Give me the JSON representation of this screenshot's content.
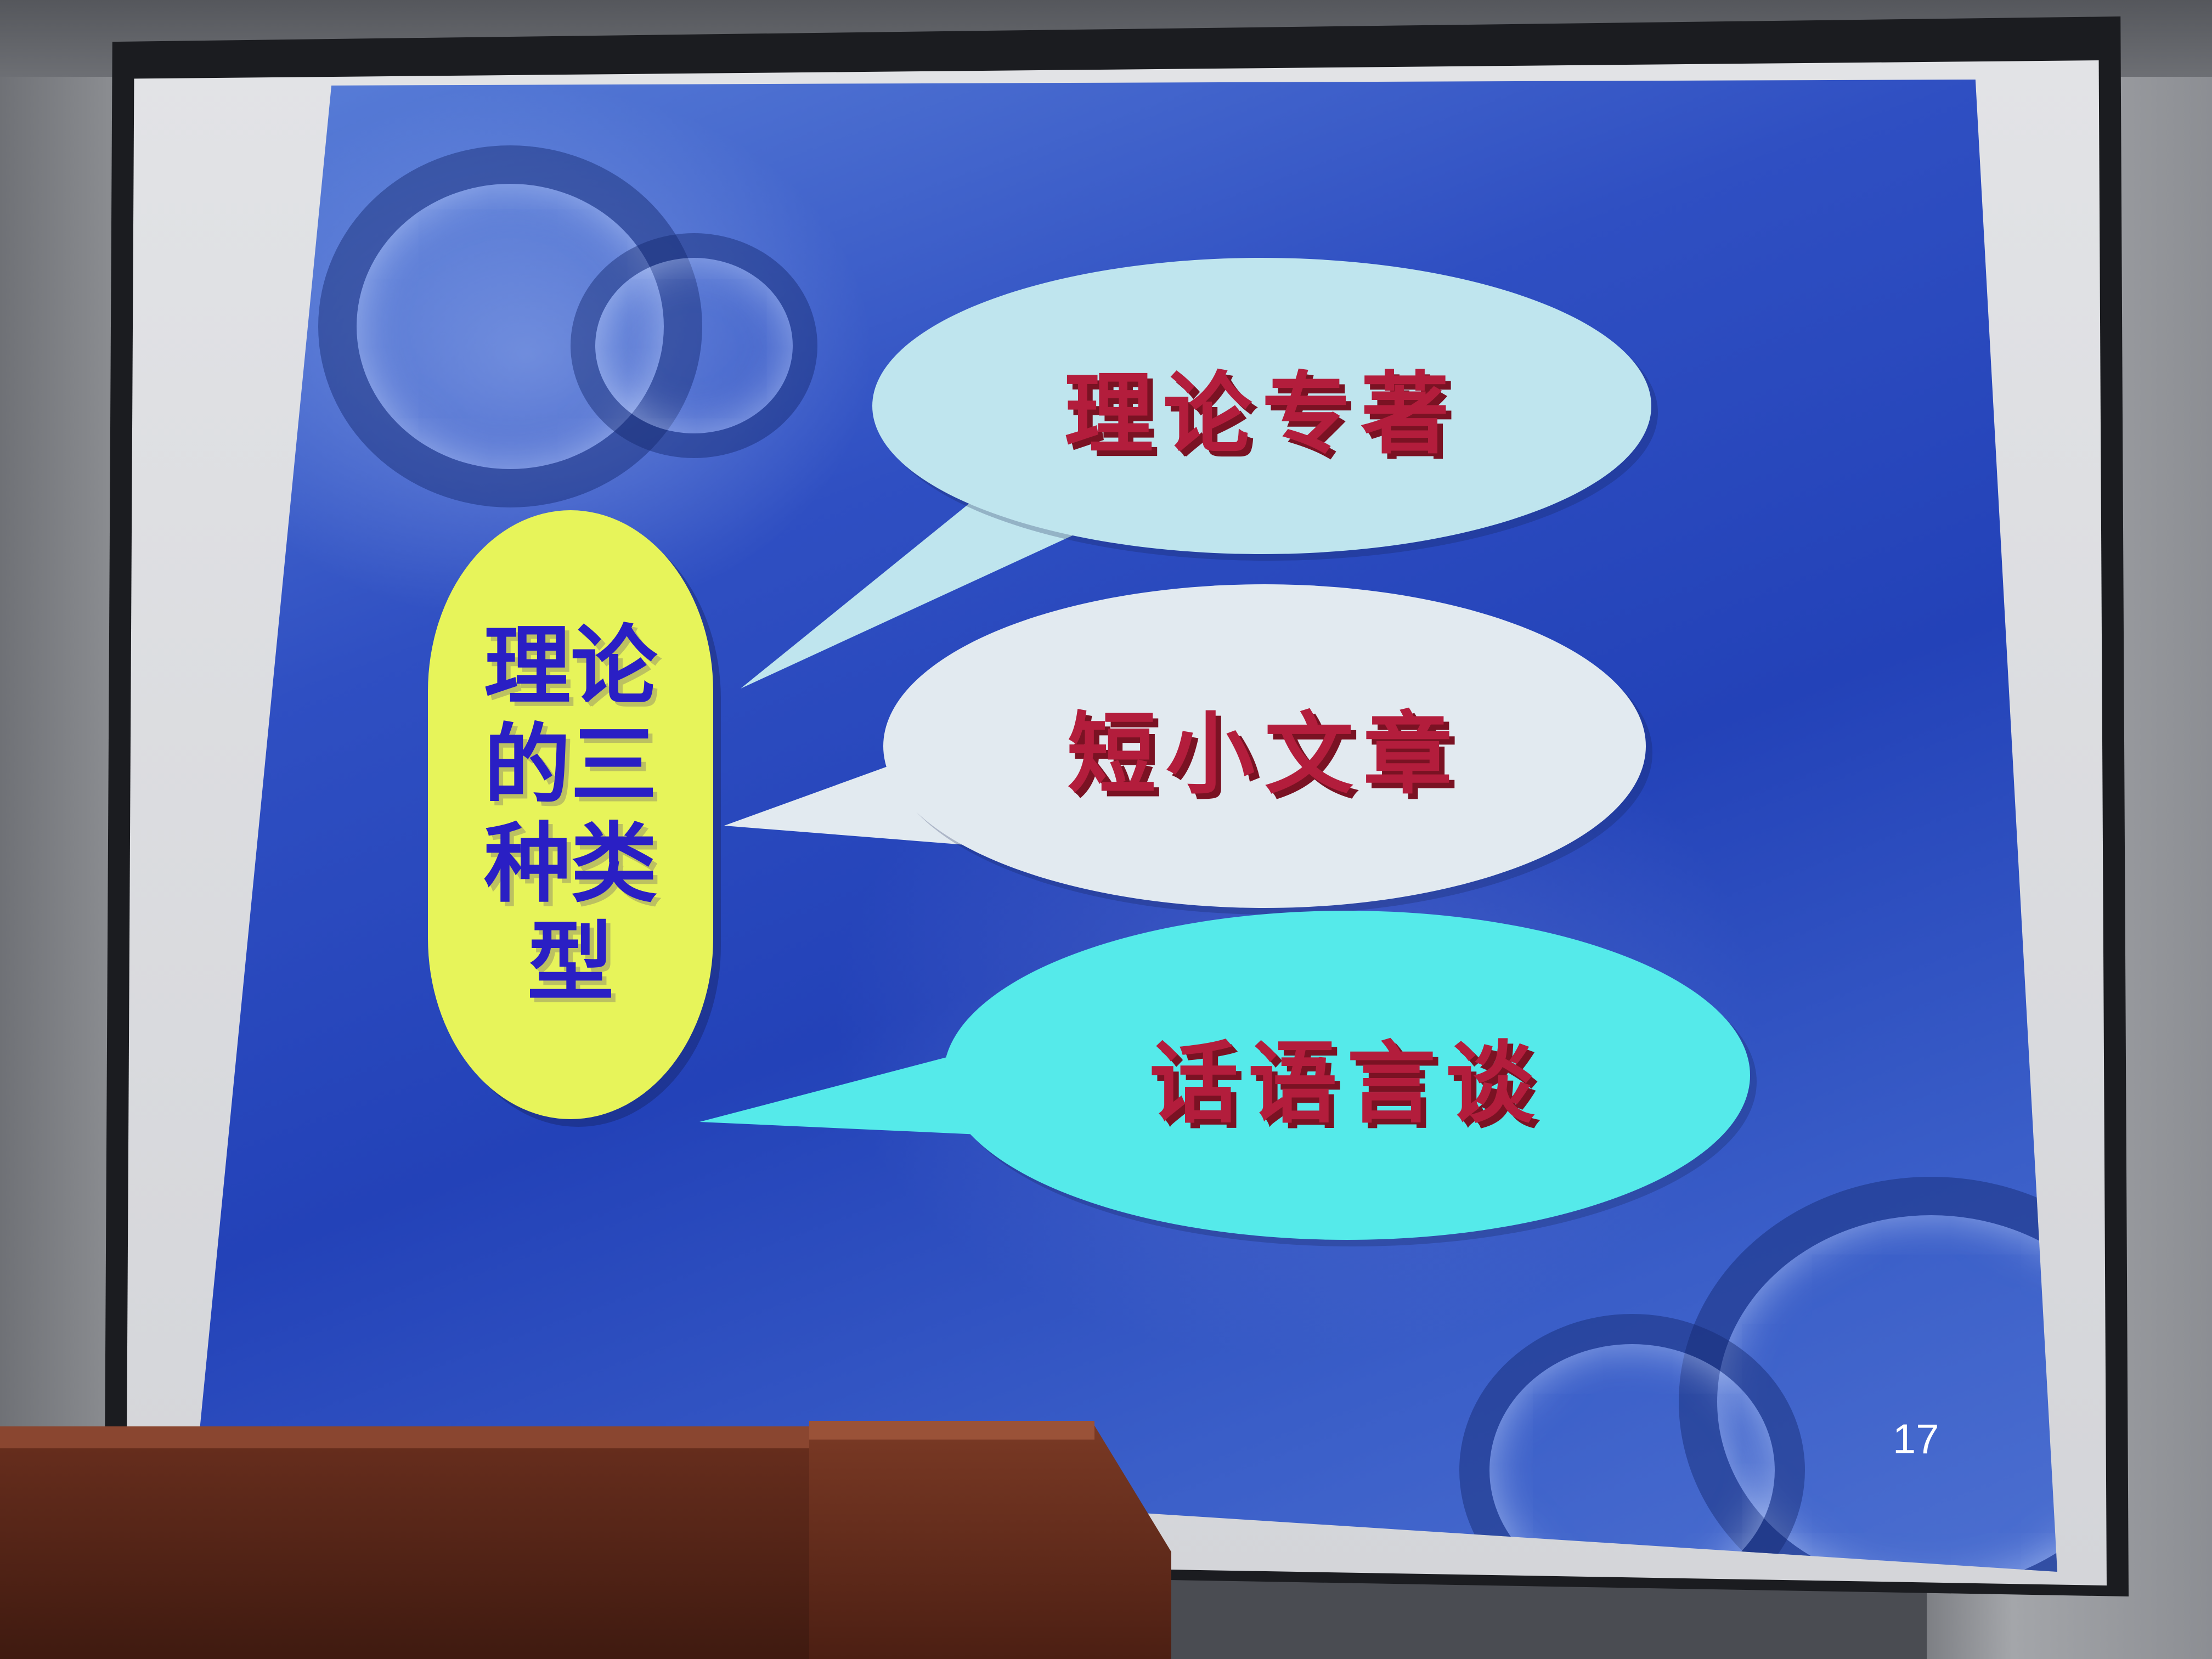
{
  "slide": {
    "center_title": "理论的三种类型",
    "callouts": [
      {
        "label": "理论专著",
        "color": "#bfe5ee"
      },
      {
        "label": "短小文章",
        "color": "#e2eaf0"
      },
      {
        "label": "话语言谈",
        "color": "#55eaea"
      }
    ],
    "page_number": "17",
    "colors": {
      "center_bubble": "#e7f45a",
      "center_text": "#2a1fc4",
      "callout_text": "#b31d3c",
      "background": "#2f4fc2"
    }
  }
}
